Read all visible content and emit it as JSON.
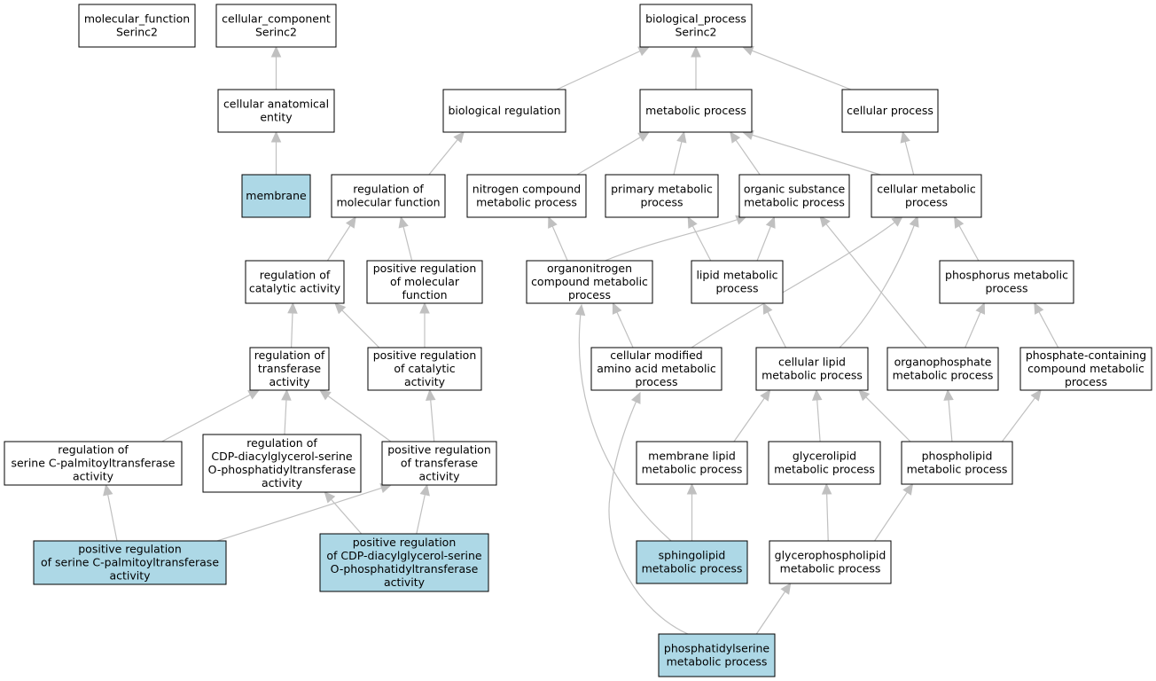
{
  "graph": {
    "type": "go-term-dag",
    "highlight_color": "#add8e6",
    "node_color": "#ffffff",
    "edge_color": "#c0c0c0",
    "nodes": [
      {
        "id": "mf",
        "lines": [
          "molecular_function",
          "Serinc2"
        ],
        "highlight": false
      },
      {
        "id": "cc",
        "lines": [
          "cellular_component",
          "Serinc2"
        ],
        "highlight": false
      },
      {
        "id": "bp",
        "lines": [
          "biological_process",
          "Serinc2"
        ],
        "highlight": false
      },
      {
        "id": "cae",
        "lines": [
          "cellular anatomical",
          "entity"
        ],
        "highlight": false
      },
      {
        "id": "breg",
        "lines": [
          "biological regulation"
        ],
        "highlight": false
      },
      {
        "id": "metp",
        "lines": [
          "metabolic process"
        ],
        "highlight": false
      },
      {
        "id": "cellp",
        "lines": [
          "cellular process"
        ],
        "highlight": false
      },
      {
        "id": "membrane",
        "lines": [
          "membrane"
        ],
        "highlight": true
      },
      {
        "id": "regmf",
        "lines": [
          "regulation of",
          "molecular function"
        ],
        "highlight": false
      },
      {
        "id": "ncmp",
        "lines": [
          "nitrogen compound",
          "metabolic process"
        ],
        "highlight": false
      },
      {
        "id": "pmp",
        "lines": [
          "primary metabolic",
          "process"
        ],
        "highlight": false
      },
      {
        "id": "osmp",
        "lines": [
          "organic substance",
          "metabolic process"
        ],
        "highlight": false
      },
      {
        "id": "cmp",
        "lines": [
          "cellular metabolic",
          "process"
        ],
        "highlight": false
      },
      {
        "id": "regcat",
        "lines": [
          "regulation of",
          "catalytic activity"
        ],
        "highlight": false
      },
      {
        "id": "posregmf",
        "lines": [
          "positive regulation",
          "of molecular",
          "function"
        ],
        "highlight": false
      },
      {
        "id": "oncmp",
        "lines": [
          "organonitrogen",
          "compound metabolic",
          "process"
        ],
        "highlight": false
      },
      {
        "id": "lmp",
        "lines": [
          "lipid metabolic",
          "process"
        ],
        "highlight": false
      },
      {
        "id": "phosmp",
        "lines": [
          "phosphorus metabolic",
          "process"
        ],
        "highlight": false
      },
      {
        "id": "regtrans",
        "lines": [
          "regulation of",
          "transferase",
          "activity"
        ],
        "highlight": false
      },
      {
        "id": "posregcat",
        "lines": [
          "positive regulation",
          "of catalytic",
          "activity"
        ],
        "highlight": false
      },
      {
        "id": "cmaamp",
        "lines": [
          "cellular modified",
          "amino acid metabolic",
          "process"
        ],
        "highlight": false
      },
      {
        "id": "clmp",
        "lines": [
          "cellular lipid",
          "metabolic process"
        ],
        "highlight": false
      },
      {
        "id": "opmp",
        "lines": [
          "organophosphate",
          "metabolic process"
        ],
        "highlight": false
      },
      {
        "id": "pccmp",
        "lines": [
          "phosphate-containing",
          "compound metabolic",
          "process"
        ],
        "highlight": false
      },
      {
        "id": "regspt",
        "lines": [
          "regulation of",
          "serine C-palmitoyltransferase",
          "activity"
        ],
        "highlight": false
      },
      {
        "id": "regcdp",
        "lines": [
          "regulation of",
          "CDP-diacylglycerol-serine",
          "O-phosphatidyltransferase",
          "activity"
        ],
        "highlight": false
      },
      {
        "id": "posregtrans",
        "lines": [
          "positive regulation",
          "of transferase",
          "activity"
        ],
        "highlight": false
      },
      {
        "id": "mlmp",
        "lines": [
          "membrane lipid",
          "metabolic process"
        ],
        "highlight": false
      },
      {
        "id": "glmp",
        "lines": [
          "glycerolipid",
          "metabolic process"
        ],
        "highlight": false
      },
      {
        "id": "plmp",
        "lines": [
          "phospholipid",
          "metabolic process"
        ],
        "highlight": false
      },
      {
        "id": "posregspt",
        "lines": [
          "positive regulation",
          "of serine C-palmitoyltransferase",
          "activity"
        ],
        "highlight": true
      },
      {
        "id": "posregcdp",
        "lines": [
          "positive regulation",
          "of CDP-diacylglycerol-serine",
          "O-phosphatidyltransferase",
          "activity"
        ],
        "highlight": true
      },
      {
        "id": "sphmp",
        "lines": [
          "sphingolipid",
          "metabolic process"
        ],
        "highlight": true
      },
      {
        "id": "gplmp",
        "lines": [
          "glycerophospholipid",
          "metabolic process"
        ],
        "highlight": false
      },
      {
        "id": "psmp",
        "lines": [
          "phosphatidylserine",
          "metabolic process"
        ],
        "highlight": true
      }
    ],
    "edges": [
      [
        "cae",
        "cc"
      ],
      [
        "membrane",
        "cae"
      ],
      [
        "breg",
        "bp"
      ],
      [
        "metp",
        "bp"
      ],
      [
        "cellp",
        "bp"
      ],
      [
        "regmf",
        "breg"
      ],
      [
        "ncmp",
        "metp"
      ],
      [
        "pmp",
        "metp"
      ],
      [
        "osmp",
        "metp"
      ],
      [
        "cmp",
        "metp"
      ],
      [
        "cmp",
        "cellp"
      ],
      [
        "regcat",
        "regmf"
      ],
      [
        "posregmf",
        "regmf"
      ],
      [
        "oncmp",
        "ncmp"
      ],
      [
        "oncmp",
        "osmp"
      ],
      [
        "lmp",
        "pmp"
      ],
      [
        "lmp",
        "osmp"
      ],
      [
        "phosmp",
        "cmp"
      ],
      [
        "regtrans",
        "regcat"
      ],
      [
        "posregcat",
        "regcat"
      ],
      [
        "posregcat",
        "posregmf"
      ],
      [
        "cmaamp",
        "oncmp"
      ],
      [
        "cmaamp",
        "cmp"
      ],
      [
        "clmp",
        "lmp"
      ],
      [
        "clmp",
        "cmp"
      ],
      [
        "opmp",
        "osmp"
      ],
      [
        "opmp",
        "phosmp"
      ],
      [
        "pccmp",
        "phosmp"
      ],
      [
        "regspt",
        "regtrans"
      ],
      [
        "regcdp",
        "regtrans"
      ],
      [
        "posregtrans",
        "regtrans"
      ],
      [
        "posregtrans",
        "posregcat"
      ],
      [
        "mlmp",
        "clmp"
      ],
      [
        "glmp",
        "clmp"
      ],
      [
        "plmp",
        "clmp"
      ],
      [
        "plmp",
        "opmp"
      ],
      [
        "plmp",
        "pccmp"
      ],
      [
        "posregspt",
        "regspt"
      ],
      [
        "posregspt",
        "posregtrans"
      ],
      [
        "posregcdp",
        "regcdp"
      ],
      [
        "posregcdp",
        "posregtrans"
      ],
      [
        "sphmp",
        "mlmp"
      ],
      [
        "sphmp",
        "oncmp"
      ],
      [
        "gplmp",
        "glmp"
      ],
      [
        "gplmp",
        "plmp"
      ],
      [
        "psmp",
        "gplmp"
      ],
      [
        "psmp",
        "cmaamp"
      ]
    ]
  }
}
